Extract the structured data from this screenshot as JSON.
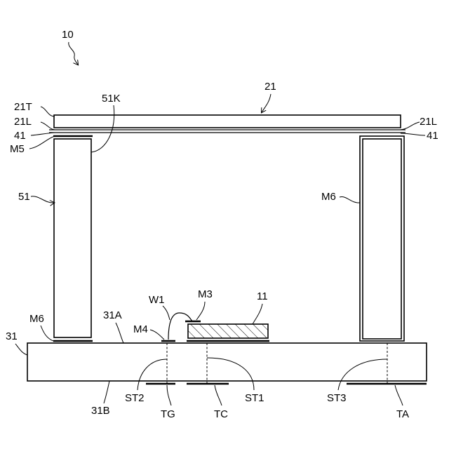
{
  "labels": {
    "fig": "10",
    "top_plate": "21",
    "top_surface": "21T",
    "layer_left": "21L",
    "layer_right": "21L",
    "adhesive_left": "41",
    "adhesive_right": "41",
    "metal_m5": "M5",
    "pillar_k": "51K",
    "pillar": "51",
    "metal_m6_right": "M6",
    "metal_m6_left": "M6",
    "substrate": "31",
    "substrate_top": "31A",
    "substrate_bottom": "31B",
    "wire": "W1",
    "metal_m3": "M3",
    "metal_m4": "M4",
    "chip": "11",
    "via_st2": "ST2",
    "via_st1": "ST1",
    "via_st3": "ST3",
    "terminal_tg": "TG",
    "terminal_tc": "TC",
    "terminal_ta": "TA"
  }
}
